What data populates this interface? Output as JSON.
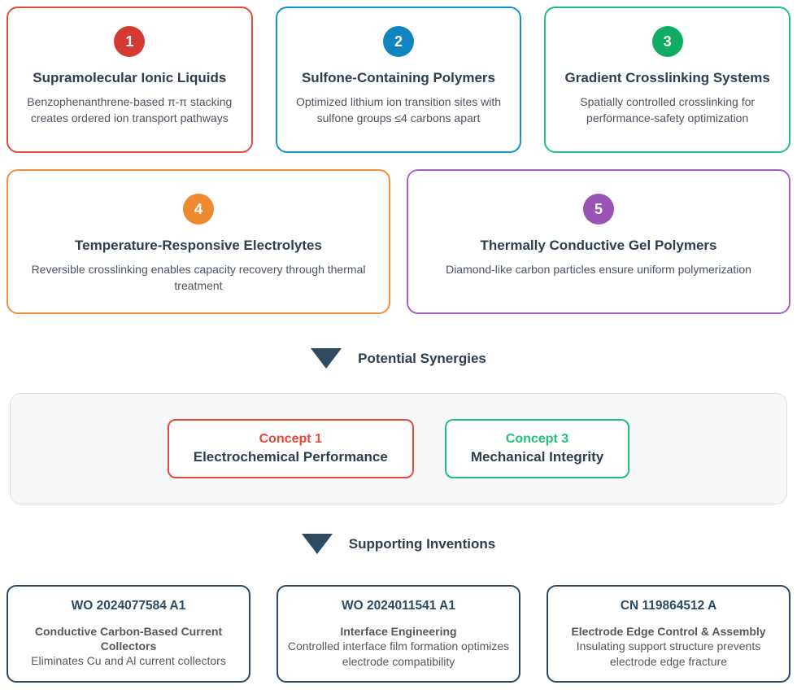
{
  "palette": {
    "heading_text": "#2c3e50",
    "arrow": "#2e4a60",
    "card_title": "#2c3e50",
    "card_desc": "#4a5560",
    "synergy_panel_bg": "#f6f7f9",
    "synergy_panel_border": "#dcdfe4",
    "patent_border": "#2c4a63"
  },
  "concepts": [
    {
      "number": "1",
      "title": "Supramolecular Ionic Liquids",
      "description": "Benzophenanthrene-based π-π stacking creates ordered ion transport pathways",
      "border_color": "#e5483d",
      "badge_color": "#d53a32"
    },
    {
      "number": "2",
      "title": "Sulfone-Containing Polymers",
      "description": "Optimized lithium ion transition sites with sulfone groups ≤4 carbons apart",
      "border_color": "#1793cb",
      "badge_color": "#1084bc"
    },
    {
      "number": "3",
      "title": "Gradient Crosslinking Systems",
      "description": "Spatially controlled crosslinking for performance-safety optimization",
      "border_color": "#22c07a",
      "badge_color": "#10ac64"
    },
    {
      "number": "4",
      "title": "Temperature-Responsive Electrolytes",
      "description": "Reversible crosslinking enables capacity recovery through thermal treatment",
      "border_color": "#f0913a",
      "badge_color": "#ee8a30"
    },
    {
      "number": "5",
      "title": "Thermally Conductive Gel Polymers",
      "description": "Diamond-like carbon particles ensure uniform polymerization",
      "border_color": "#a464c4",
      "badge_color": "#9a53b6"
    }
  ],
  "synergies": {
    "heading": "Potential Synergies",
    "items": [
      {
        "label": "Concept 1",
        "title": "Electrochemical Performance",
        "color": "#e5483d"
      },
      {
        "label": "Concept 3",
        "title": "Mechanical Integrity",
        "color": "#22c07a"
      }
    ]
  },
  "supporting": {
    "heading": "Supporting Inventions",
    "patents": [
      {
        "id": "WO 2024077584 A1",
        "title": "Conductive Carbon-Based Current Collectors",
        "description": "Eliminates Cu and Al current collectors"
      },
      {
        "id": "WO 2024011541 A1",
        "title": "Interface Engineering",
        "description": "Controlled interface film formation optimizes electrode compatibility"
      },
      {
        "id": "CN 119864512 A",
        "title": "Electrode Edge Control & Assembly",
        "description": "Insulating support structure prevents electrode edge fracture"
      }
    ]
  }
}
